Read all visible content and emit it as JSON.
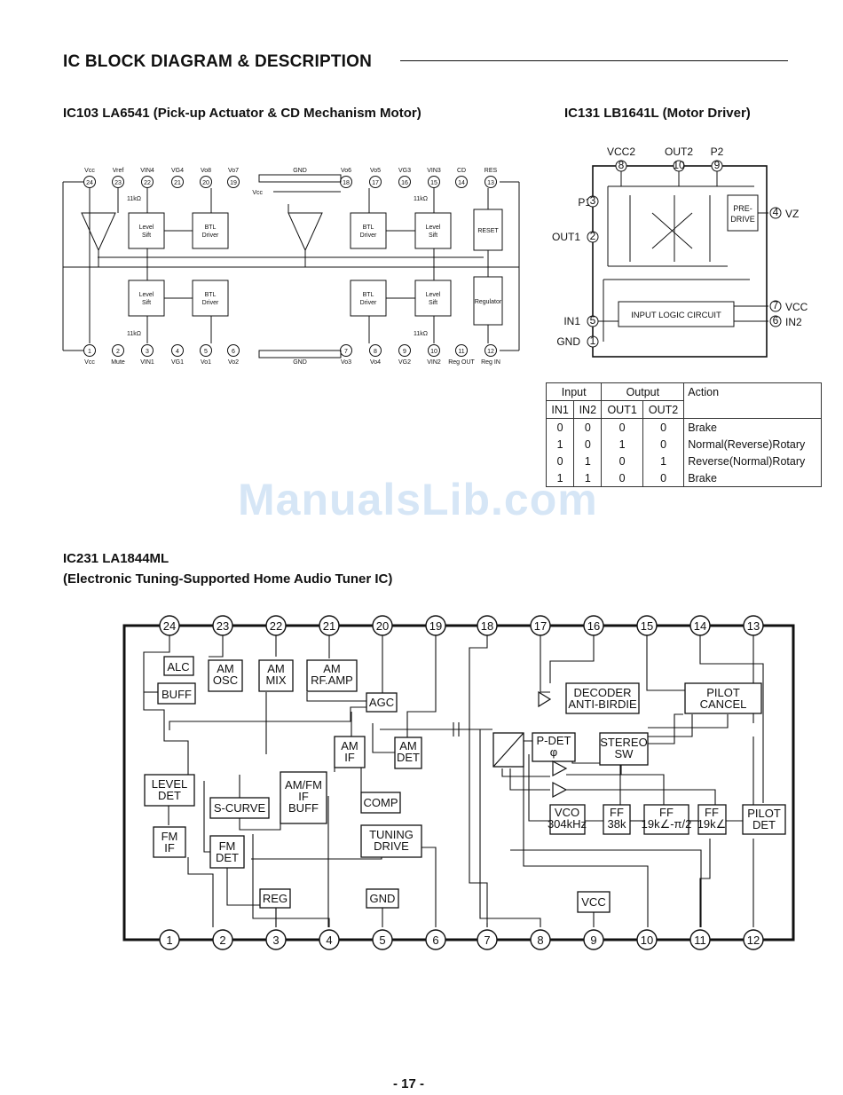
{
  "page": {
    "title": "IC BLOCK DIAGRAM & DESCRIPTION",
    "page_number": "- 17 -",
    "watermark": "ManualsLib.com"
  },
  "ic103": {
    "heading": "IC103 LA6541 (Pick-up Actuator & CD Mechanism Motor)",
    "top_pins": [
      {
        "num": "24",
        "label": "Vcc"
      },
      {
        "num": "23",
        "label": "Vref"
      },
      {
        "num": "22",
        "label": "VIN4"
      },
      {
        "num": "21",
        "label": "VG4"
      },
      {
        "num": "20",
        "label": "Vo8"
      },
      {
        "num": "19",
        "label": "Vo7"
      },
      {
        "num": "18",
        "label": "Vo6"
      },
      {
        "num": "17",
        "label": "Vo5"
      },
      {
        "num": "16",
        "label": "VG3"
      },
      {
        "num": "15",
        "label": "VIN3"
      },
      {
        "num": "14",
        "label": "CD"
      },
      {
        "num": "13",
        "label": "RES"
      }
    ],
    "bottom_pins": [
      {
        "num": "1",
        "label": "Vcc"
      },
      {
        "num": "2",
        "label": "Mute"
      },
      {
        "num": "3",
        "label": "VIN1"
      },
      {
        "num": "4",
        "label": "VG1"
      },
      {
        "num": "5",
        "label": "Vo1"
      },
      {
        "num": "6",
        "label": "Vo2"
      },
      {
        "num": "7",
        "label": "Vo3"
      },
      {
        "num": "8",
        "label": "Vo4"
      },
      {
        "num": "9",
        "label": "VG2"
      },
      {
        "num": "10",
        "label": "VIN2"
      },
      {
        "num": "11",
        "label": "Reg OUT"
      },
      {
        "num": "12",
        "label": "Reg IN"
      }
    ],
    "gnd_top": "GND",
    "gnd_bottom": "GND",
    "vcc_internal": "Vcc",
    "resistor_11k": "11kΩ",
    "level_shift": [
      "Level",
      "Sift"
    ],
    "btl_driver": [
      "BTL",
      "Driver"
    ],
    "reset": "RESET",
    "regulator": "Regulator"
  },
  "ic131": {
    "heading": "IC131 LB1641L  (Motor Driver)",
    "pins": {
      "vcc2": {
        "num": "8",
        "label": "VCC2"
      },
      "out2": {
        "num": "10",
        "label": "OUT2"
      },
      "p2": {
        "num": "9",
        "label": "P2"
      },
      "p1": {
        "num": "3",
        "label": "P1"
      },
      "out1": {
        "num": "2",
        "label": "OUT1"
      },
      "in1": {
        "num": "5",
        "label": "IN1"
      },
      "gnd": {
        "num": "1",
        "label": "GND"
      },
      "vz": {
        "num": "4",
        "label": "VZ"
      },
      "vcc": {
        "num": "7",
        "label": "VCC"
      },
      "in2": {
        "num": "6",
        "label": "IN2"
      }
    },
    "pre_drive": [
      "PRE-",
      "DRIVE"
    ],
    "input_logic": "INPUT LOGIC CIRCUIT",
    "truth_table": {
      "group_headers": [
        "Input",
        "Output",
        "Action"
      ],
      "sub_headers": [
        "IN1",
        "IN2",
        "OUT1",
        "OUT2"
      ],
      "rows": [
        [
          "0",
          "0",
          "0",
          "0",
          "Brake"
        ],
        [
          "1",
          "0",
          "1",
          "0",
          "Normal(Reverse)Rotary"
        ],
        [
          "0",
          "1",
          "0",
          "1",
          "Reverse(Normal)Rotary"
        ],
        [
          "1",
          "1",
          "0",
          "0",
          "Brake"
        ]
      ]
    }
  },
  "ic231": {
    "heading1": "IC231 LA1844ML",
    "heading2": "(Electronic Tuning-Supported Home Audio Tuner IC)",
    "top_pins": [
      "24",
      "23",
      "22",
      "21",
      "20",
      "19",
      "18",
      "17",
      "16",
      "15",
      "14",
      "13"
    ],
    "bottom_pins": [
      "1",
      "2",
      "3",
      "4",
      "5",
      "6",
      "7",
      "8",
      "9",
      "10",
      "11",
      "12"
    ],
    "blocks": {
      "alc": "ALC",
      "buff": "BUFF",
      "am_osc": [
        "AM",
        "OSC"
      ],
      "am_mix": [
        "AM",
        "MIX"
      ],
      "am_rf_amp": [
        "AM",
        "RF.AMP"
      ],
      "agc": "AGC",
      "am_if": [
        "AM",
        "IF"
      ],
      "am_det": [
        "AM",
        "DET"
      ],
      "decoder": [
        "DECODER",
        "ANTI-BIRDIE"
      ],
      "pilot_cancel": [
        "PILOT",
        "CANCEL"
      ],
      "p_det": [
        "P-DET",
        "φ"
      ],
      "stereo_sw": [
        "STEREO",
        "SW"
      ],
      "level_det": [
        "LEVEL",
        "DET"
      ],
      "s_curve": "S-CURVE",
      "amfm_if_buff": [
        "AM/FM",
        "IF",
        "BUFF"
      ],
      "comp": "COMP",
      "vco": [
        "VCO",
        "304kHz"
      ],
      "ff1": [
        "FF",
        "38k"
      ],
      "ff2": [
        "FF",
        "19k∠-π/2"
      ],
      "ff3": [
        "FF",
        "19k∠"
      ],
      "pilot_det": [
        "PILOT",
        "DET"
      ],
      "fm_if": [
        "FM",
        "IF"
      ],
      "fm_det": [
        "FM",
        "DET"
      ],
      "tuning_drive": [
        "TUNING",
        "DRIVE"
      ],
      "reg": "REG",
      "gnd": "GND",
      "vcc": "VCC"
    }
  }
}
